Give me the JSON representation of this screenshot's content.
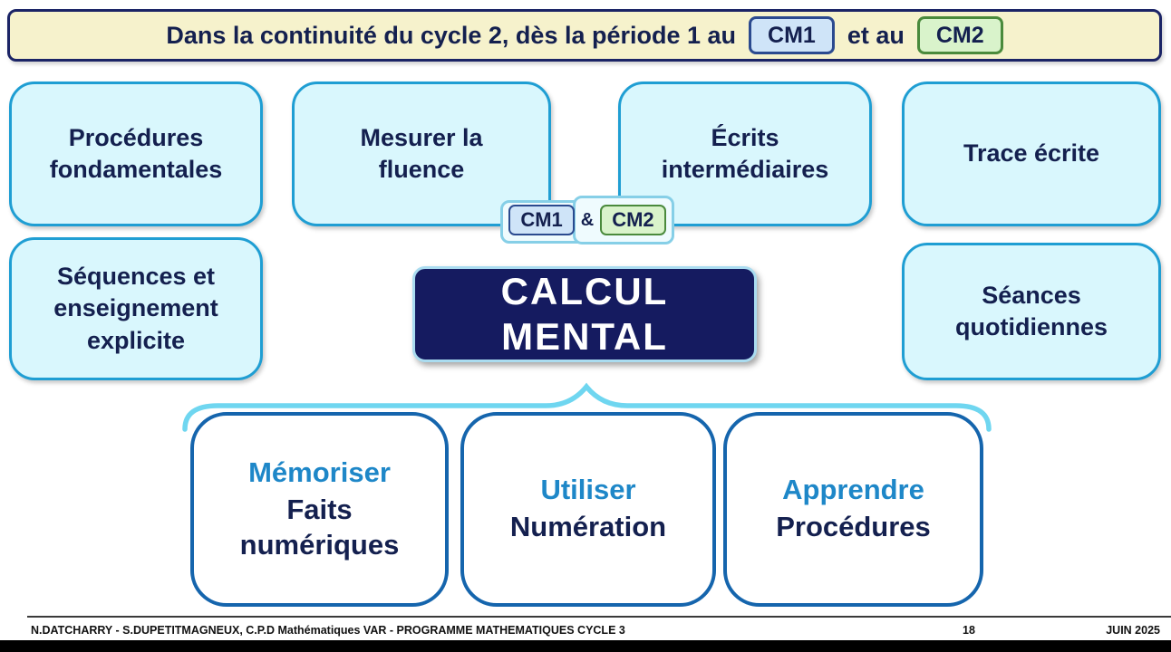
{
  "banner": {
    "text_before": "Dans la continuité du cycle 2, dès la période 1 au",
    "cm1": "CM1",
    "text_between": "et au",
    "cm2": "CM2"
  },
  "grid": {
    "procedures": "Procédures fondamentales",
    "mesurer": "Mesurer la fluence",
    "ecrits": "Écrits intermédiaires",
    "trace": "Trace écrite",
    "sequences": "Séquences et enseignement explicite",
    "seances": "Séances quotidiennes"
  },
  "center": {
    "cm1": "CM1",
    "amp": "&",
    "cm2": "CM2",
    "title_line1": "CALCUL",
    "title_line2": "MENTAL"
  },
  "pillars": [
    {
      "verb": "Mémoriser",
      "object": "Faits numériques"
    },
    {
      "verb": "Utiliser",
      "object": "Numération"
    },
    {
      "verb": "Apprendre",
      "object": "Procédures"
    }
  ],
  "footer": {
    "credits": "N.DATCHARRY - S.DUPETITMAGNEUX, C.P.D Mathématiques VAR - PROGRAMME MATHEMATIQUES CYCLE 3",
    "page": "18",
    "date": "JUIN 2025"
  },
  "colors": {
    "navy_text": "#14204f",
    "title_background": "#151b60",
    "cyan_box_fill": "#d9f7fd",
    "cyan_box_border": "#1f9ed3",
    "banner_fill": "#f6f2cc",
    "cm1_fill": "#cfe4f8",
    "cm2_fill": "#d9f3cb",
    "pillar_border": "#1565ad",
    "verb_blue": "#1e87c8",
    "brace_blue": "#6fd6f0"
  }
}
